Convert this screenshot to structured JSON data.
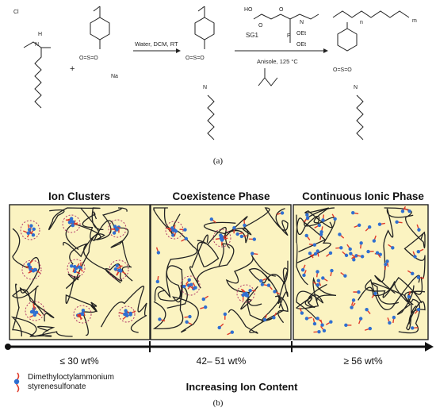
{
  "part_a": {
    "reagents": {
      "chloride": "Cl",
      "ammonium_cation": "N",
      "ammonium_h": "H",
      "sulfonate_group": "O=S=O",
      "sodium": "Na"
    },
    "step1_conditions": "Water, DCM, RT",
    "sg1_label": "SG1",
    "sg1_groups": [
      "HO",
      "O",
      "O",
      "N",
      "P",
      "OEt",
      "OEt"
    ],
    "step2_conditions": "Anisole, 125 °C",
    "polymer_subscripts": [
      "n",
      "m"
    ],
    "caption": "(a)"
  },
  "part_b": {
    "phases": [
      {
        "title": "Ion Clusters",
        "range": "≤ 30 wt%"
      },
      {
        "title": "Coexistence Phase",
        "range": "42– 51 wt%"
      },
      {
        "title": "Continuous Ionic Phase",
        "range": "≥ 56 wt%"
      }
    ],
    "legend_line1": "Dimethyloctylammonium",
    "legend_line2": "styrenesulfonate",
    "axis_title": "Increasing Ion Content",
    "caption": "(b)"
  },
  "colors": {
    "panel_fill": "#fbf3c1",
    "polymer_chain": "#222222",
    "ion_head": "#2f6fd1",
    "ion_tail": "#e03a2a",
    "cluster_outline": "#b23a6a"
  }
}
